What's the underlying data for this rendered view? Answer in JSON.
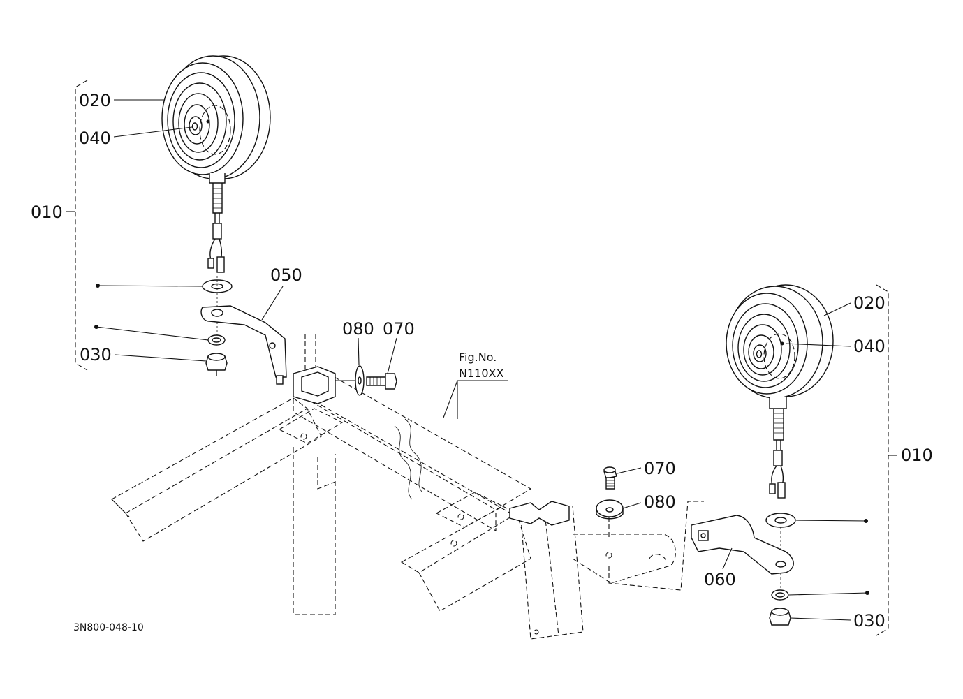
{
  "callouts": {
    "left": {
      "assembly": "010",
      "lamp_housing": "020",
      "bulb": "040",
      "nut": "030"
    },
    "center": {
      "bracket_left": "050",
      "washer_top": "080",
      "bolt_top": "070",
      "bolt_mid": "070",
      "washer_mid": "080",
      "bracket_right": "060"
    },
    "right": {
      "lamp_housing": "020",
      "bulb": "040",
      "assembly": "010",
      "nut": "030"
    }
  },
  "figure_reference": {
    "line1": "Fig.No.",
    "line2": "N110XX"
  },
  "drawing_number": "3N800-048-10"
}
